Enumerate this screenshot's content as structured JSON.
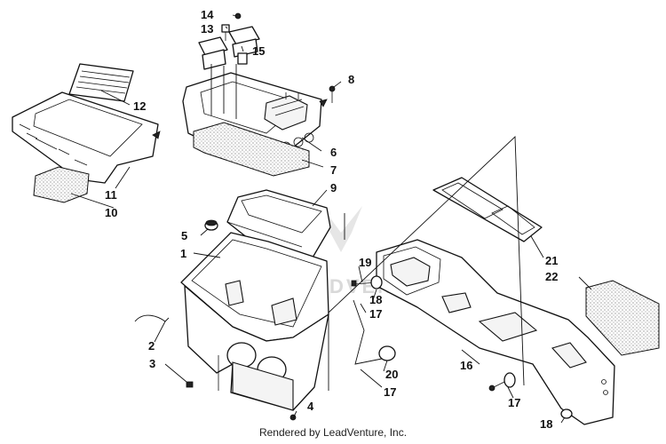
{
  "diagram": {
    "callouts": {
      "c1": "1",
      "c2": "2",
      "c3": "3",
      "c4": "4",
      "c5": "5",
      "c6": "6",
      "c7": "7",
      "c8": "8",
      "c9": "9",
      "c10": "10",
      "c11": "11",
      "c12": "12",
      "c13": "13",
      "c14": "14",
      "c15": "15",
      "c16": "16",
      "c17a": "17",
      "c17b": "17",
      "c17c": "17",
      "c18a": "18",
      "c18b": "18",
      "c19": "19",
      "c20": "20",
      "c21": "21",
      "c22": "22"
    },
    "watermark": "LEADVENTURE"
  },
  "footer": {
    "credit": "Rendered by LeadVenture, Inc."
  }
}
